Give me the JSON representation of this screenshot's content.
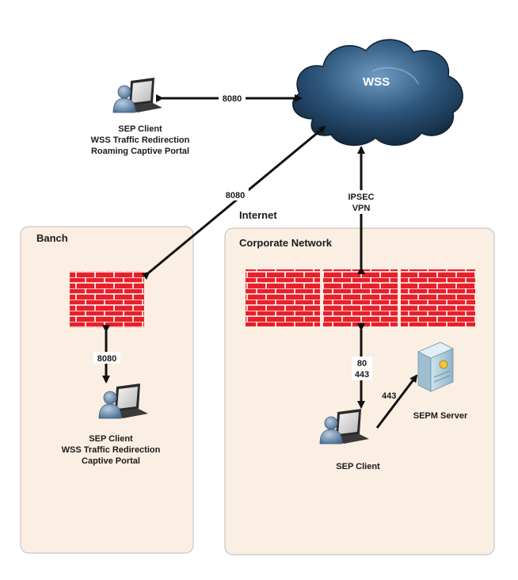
{
  "cloud": {
    "label": "WSS"
  },
  "zones": {
    "internet_label": "Internet",
    "branch_label": "Banch",
    "corporate_label": "Corporate Network"
  },
  "roaming_client": {
    "lines": [
      "SEP Client",
      "WSS Traffic Redirection",
      "Roaming Captive Portal"
    ]
  },
  "branch_client": {
    "lines": [
      "SEP Client",
      "WSS Traffic Redirection",
      "Captive Portal"
    ]
  },
  "corporate_client": {
    "label": "SEP Client"
  },
  "server": {
    "label": "SEPM Server"
  },
  "connections": {
    "roaming_to_wss": "8080",
    "branch_fw_to_wss": "8080",
    "branch_client_to_fw": "8080",
    "corp_to_wss": [
      "IPSEC",
      "VPN"
    ],
    "corp_client_to_fw": [
      "80",
      "443"
    ],
    "client_to_server": "443"
  },
  "colors": {
    "firewall_red": "#e8202a",
    "firewall_mortar": "#ffffff",
    "zone_fill": "#fbeee2",
    "cloud_dark": "#1f3f5c",
    "cloud_light": "#5f8eb5",
    "person": "#6b8cae"
  },
  "icons": [
    "cloud-icon",
    "laptop-user-icon",
    "firewall-icon",
    "server-icon"
  ]
}
